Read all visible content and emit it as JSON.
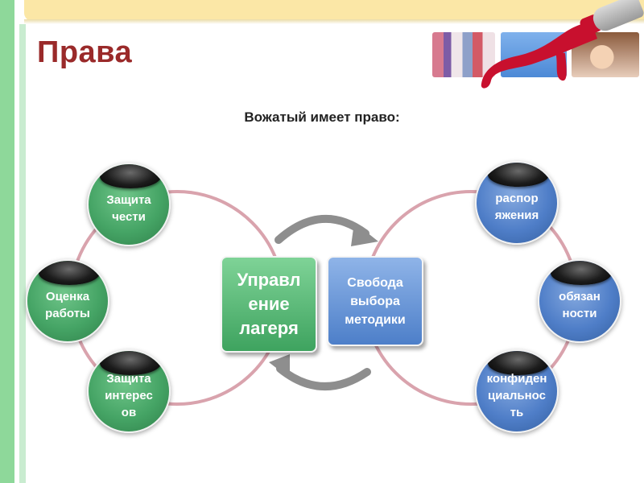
{
  "slide": {
    "title": "Права",
    "subtitle": "Вожатый имеет право:"
  },
  "center": {
    "left_box": "Управл\nение\nлагеря",
    "right_box": "Свобода\nвыбора\nметодики"
  },
  "left_nodes": [
    {
      "label": "Защита\nчести"
    },
    {
      "label": "Оценка\nработы"
    },
    {
      "label": "Защита\nинтерес\nов"
    }
  ],
  "right_nodes": [
    {
      "label": "распор\nяжения"
    },
    {
      "label": "обязан\nности"
    },
    {
      "label": "конфиден\nциальнос\nть"
    }
  ],
  "colors": {
    "title": "#9a2a2a",
    "green_node": "#45a465",
    "blue_node": "#4f7ec8",
    "ring": "#d9a3ad",
    "arrow": "#8e8e8e"
  },
  "decor": {
    "top_right_images": [
      "books-photo",
      "blue-photo",
      "child-photo"
    ],
    "paint": "red-paint-tube-icon"
  }
}
